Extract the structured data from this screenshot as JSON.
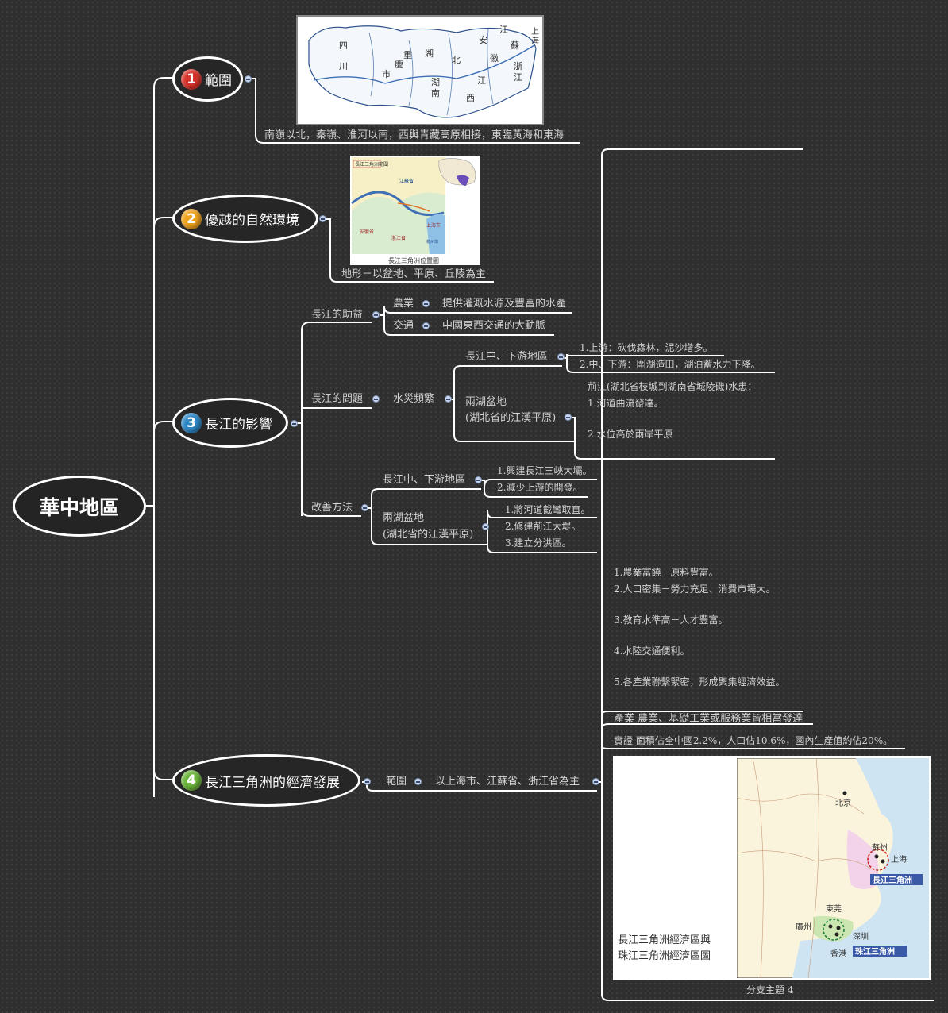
{
  "central": {
    "title": "華中地區"
  },
  "topics": {
    "t1": {
      "num": "1",
      "label": "範圍",
      "color": "#d7322a"
    },
    "t2": {
      "num": "2",
      "label": "優越的自然環境",
      "color": "#f0a21c"
    },
    "t3": {
      "num": "3",
      "label": "長江的影響",
      "color": "#2b86c5"
    },
    "t4": {
      "num": "4",
      "label": "長江三角洲的經濟發展",
      "color": "#6bb53a"
    }
  },
  "range": {
    "text": "南嶺以北，秦嶺、淮河以南，西與青藏高原相接，東臨黃海和東海",
    "map_labels": [
      "四",
      "川",
      "重",
      "慶",
      "市",
      "湖",
      "北",
      "湖",
      "南",
      "安",
      "徽",
      "江",
      "西",
      "江",
      "蘇",
      "浙",
      "江",
      "上",
      "海"
    ]
  },
  "nature": {
    "text": "地形－以盆地、平原、丘陵為主",
    "map_caption": "長江三角洲位置圖",
    "map_labels": [
      "長江三角洲範圍",
      "江蘇省",
      "安徽省",
      "浙江省",
      "上海市",
      "杭州灣"
    ]
  },
  "yangtze": {
    "benefit": {
      "label": "長江的助益",
      "items": [
        {
          "label": "農業",
          "value": "提供灌溉水源及豐富的水產"
        },
        {
          "label": "交通",
          "value": "中國東西交通的大動脈"
        }
      ]
    },
    "problem": {
      "label": "長江的問題",
      "sub": "水災頻繁",
      "mid_lower": {
        "label": "長江中、下游地區",
        "items": [
          "1.上游：砍伐森林，泥沙增多。",
          "2.中、下游：圍湖造田，湖泊蓄水力下降。"
        ]
      },
      "basin": {
        "label1": "兩湖盆地",
        "label2": "(湖北省的江漢平原)",
        "items": [
          "荊江(湖北省枝城到湖南省城陵磯)水患：",
          "1.河道曲流發達。",
          "2.水位高於兩岸平原"
        ]
      }
    },
    "improve": {
      "label": "改善方法",
      "mid_lower": {
        "label": "長江中、下游地區",
        "items": [
          "1.興建長江三峽大壩。",
          "2.減少上游的開發。"
        ]
      },
      "basin": {
        "label1": "兩湖盆地",
        "label2": "(湖北省的江漢平原)",
        "items": [
          "1.將河道截彎取直。",
          "2.修建荊江大堤。",
          "3.建立分洪區。"
        ]
      }
    }
  },
  "delta": {
    "advantages": [
      "1.農業富饒－原料豐富。",
      "2.人口密集－勞力充足、消費市場大。",
      "3.教育水準高－人才豐富。",
      "4.水陸交通便利。",
      "5.各產業聯繫緊密，形成聚集經濟效益。"
    ],
    "industry": "產業 農業、基礎工業或服務業皆相當發達",
    "evidence": "實證 面積佔全中國2.2%，人口佔10.6%，國內生產值約佔20%。",
    "scope_label": "範圍",
    "scope_value": "以上海市、江蘇省、浙江省為主",
    "map_title1": "長江三角洲經濟區與",
    "map_title2": "珠江三角洲經濟區圖",
    "map_labels": {
      "beijing": "北京",
      "suzhou": "蘇州",
      "shanghai": "上海",
      "yrd": "長江三角洲",
      "dongguan": "東莞",
      "guangzhou": "廣州",
      "shenzhen": "深圳",
      "hongkong": "香港",
      "prd": "珠江三角洲"
    },
    "subtopic": "分支主題 4"
  },
  "colors": {
    "line": "#ffffff",
    "text": "#d2d2d2",
    "background": "#2f2f2f"
  }
}
